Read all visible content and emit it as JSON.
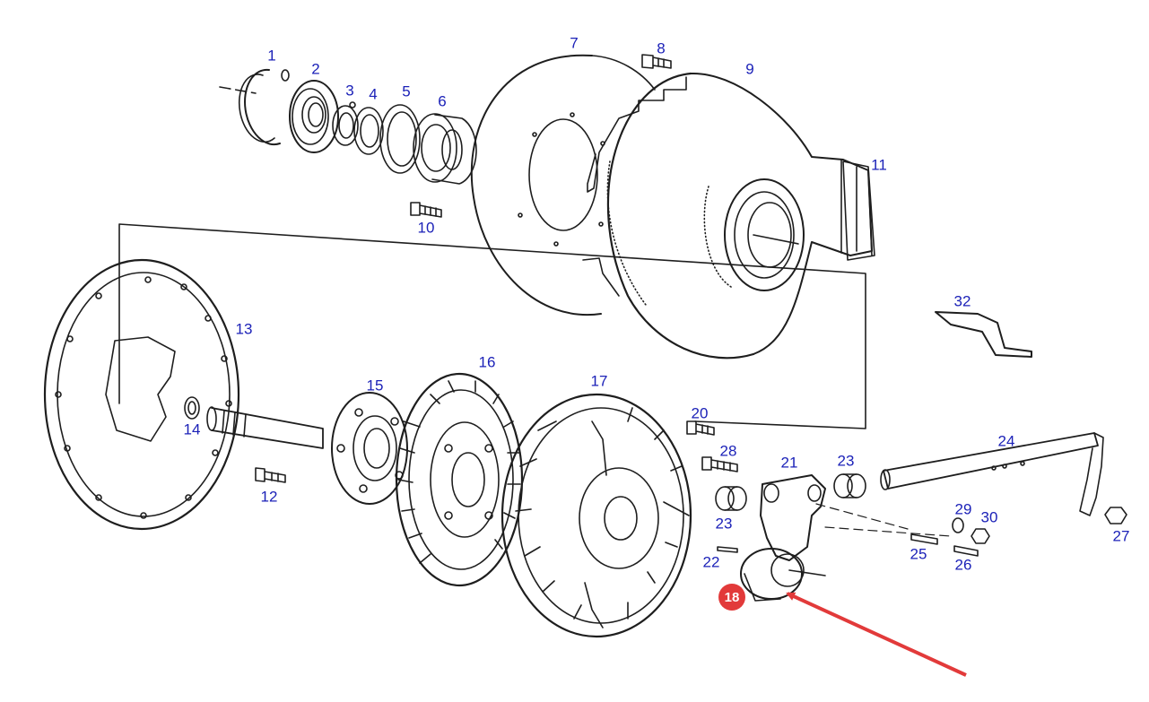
{
  "colors": {
    "label": "#1c22b8",
    "line": "#1e1e1e",
    "highlight": "#e23a3a",
    "badge_text": "#ffffff"
  },
  "parts": [
    {
      "id": "p1",
      "label": "1"
    },
    {
      "id": "p2",
      "label": "2"
    },
    {
      "id": "p3",
      "label": "3"
    },
    {
      "id": "p4",
      "label": "4"
    },
    {
      "id": "p5",
      "label": "5"
    },
    {
      "id": "p6",
      "label": "6"
    },
    {
      "id": "p7",
      "label": "7"
    },
    {
      "id": "p8",
      "label": "8"
    },
    {
      "id": "p9",
      "label": "9"
    },
    {
      "id": "p10",
      "label": "10"
    },
    {
      "id": "p11",
      "label": "11"
    },
    {
      "id": "p12",
      "label": "12"
    },
    {
      "id": "p13",
      "label": "13"
    },
    {
      "id": "p14",
      "label": "14"
    },
    {
      "id": "p15",
      "label": "15"
    },
    {
      "id": "p16",
      "label": "16"
    },
    {
      "id": "p17",
      "label": "17"
    },
    {
      "id": "p20",
      "label": "20"
    },
    {
      "id": "p21",
      "label": "21"
    },
    {
      "id": "p22",
      "label": "22"
    },
    {
      "id": "p23a",
      "label": "23"
    },
    {
      "id": "p23b",
      "label": "23"
    },
    {
      "id": "p24",
      "label": "24"
    },
    {
      "id": "p25",
      "label": "25"
    },
    {
      "id": "p26",
      "label": "26"
    },
    {
      "id": "p27",
      "label": "27"
    },
    {
      "id": "p28",
      "label": "28"
    },
    {
      "id": "p29",
      "label": "29"
    },
    {
      "id": "p30",
      "label": "30"
    },
    {
      "id": "p32",
      "label": "32"
    }
  ],
  "highlighted_part": {
    "label": "18"
  }
}
